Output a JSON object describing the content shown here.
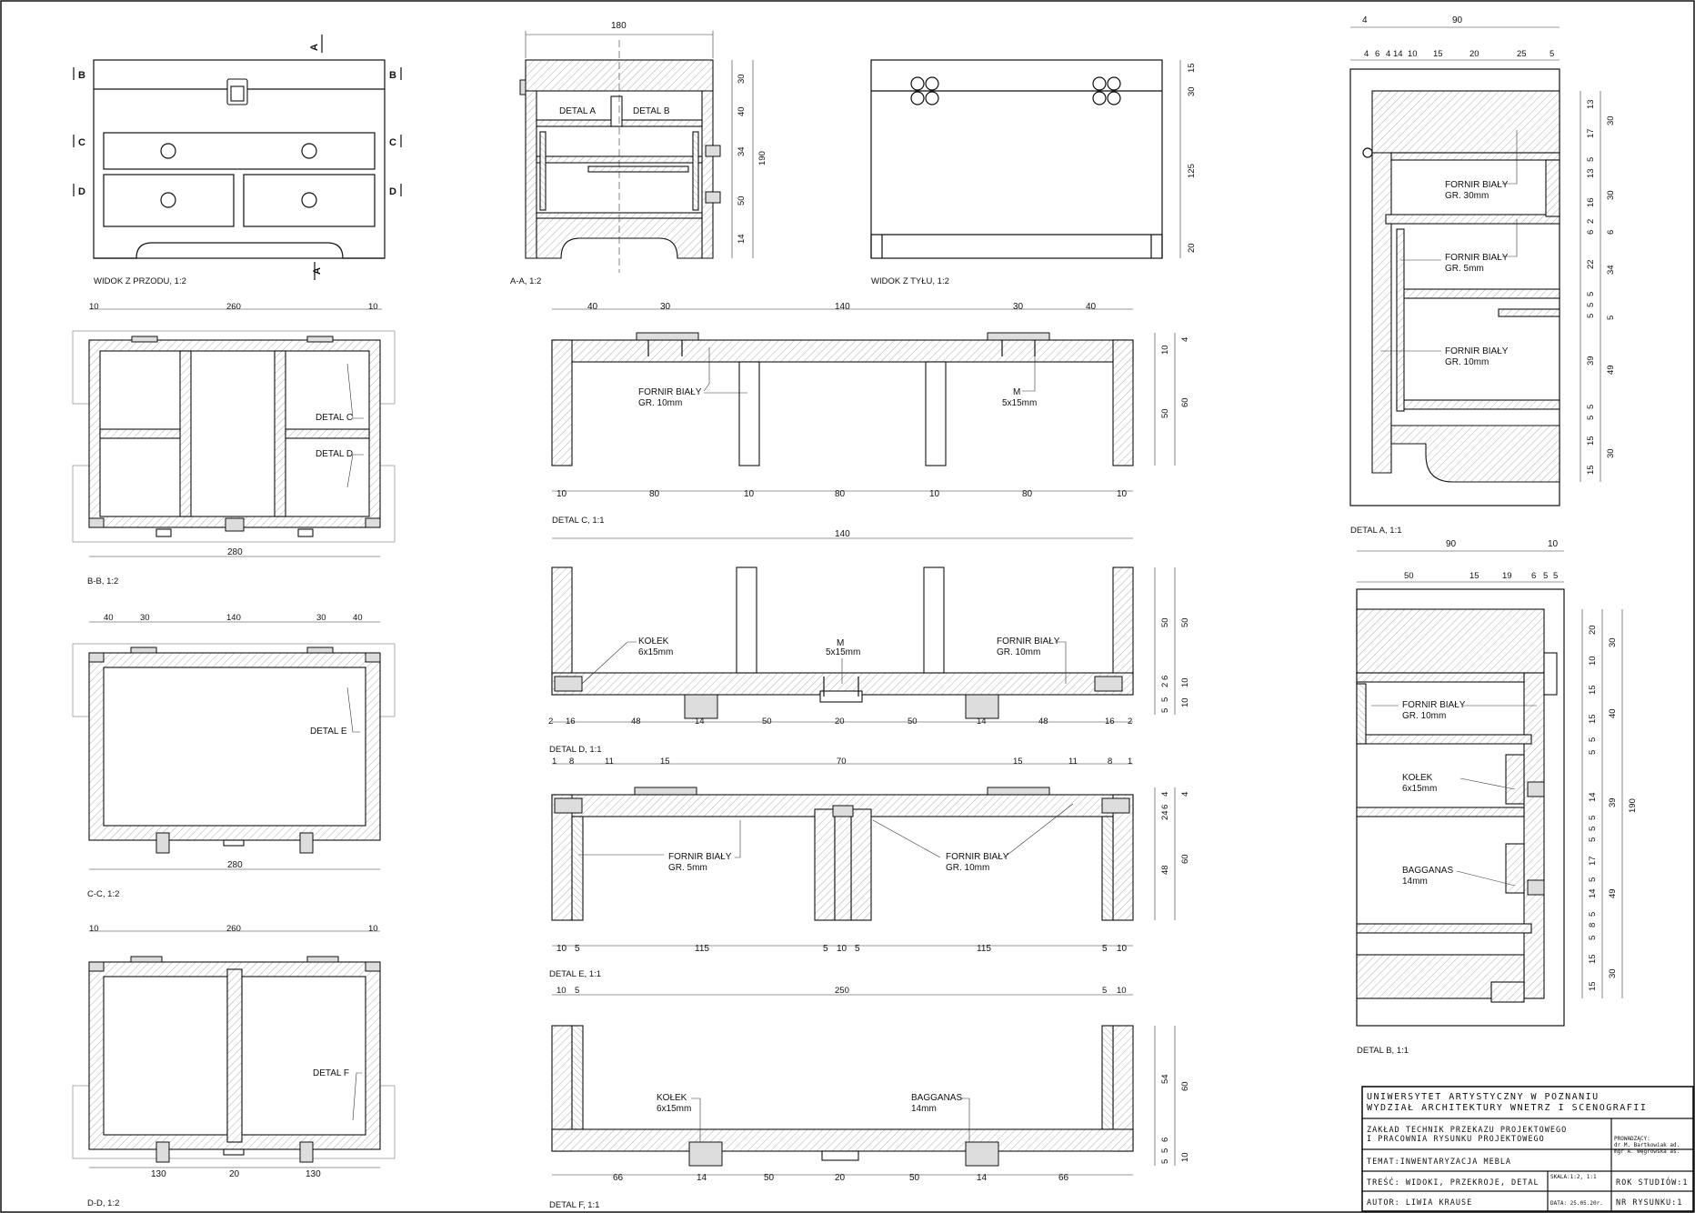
{
  "views": {
    "front": {
      "title": "WIDOK Z PRZODU, 1:2",
      "mark_a_top": "A",
      "mark_a_bottom": "A",
      "mark_b_left": "B",
      "mark_b_right": "B",
      "mark_c_left": "C",
      "mark_c_right": "C",
      "mark_d_left": "D",
      "mark_d_right": "D"
    },
    "section_aa": {
      "title": "A-A, 1:2",
      "dims_top": [
        "180"
      ],
      "dims_right": [
        "30",
        "40",
        "34",
        "50",
        "14"
      ],
      "dim_total": "190",
      "detail_a": "DETAL A",
      "detail_b": "DETAL B"
    },
    "back": {
      "title": "WIDOK Z TYŁU, 1:2",
      "dims_right": [
        "15",
        "30",
        "125",
        "20"
      ]
    },
    "detail_a": {
      "title": "DETAL A, 1:1",
      "dims_top_total": "90",
      "dims_top_left": "4",
      "dims_top": [
        "4",
        "6",
        "4",
        "14",
        "10",
        "15",
        "20",
        "25",
        "5"
      ],
      "dims_right_a": [
        "13",
        "17",
        "5",
        "13",
        "16",
        "2",
        "6",
        "22",
        "5",
        "5",
        "5",
        "39",
        "5",
        "5",
        "15",
        "15"
      ],
      "dims_right_b": [
        "30",
        "30",
        "6",
        "34",
        "5",
        "49",
        "30"
      ],
      "labels": [
        {
          "l1": "FORNIR BIAŁY",
          "l2": "GR. 30mm"
        },
        {
          "l1": "FORNIR BIAŁY",
          "l2": "GR. 5mm"
        },
        {
          "l1": "FORNIR BIAŁY",
          "l2": "GR. 10mm"
        }
      ]
    },
    "detail_b": {
      "title": "DETAL B, 1:1",
      "dims_top_total": "90",
      "dims_top_right": "10",
      "dims_top": [
        "50",
        "15",
        "19",
        "6",
        "5",
        "5"
      ],
      "dims_right_a": [
        "20",
        "10",
        "15",
        "15",
        "5",
        "5",
        "14",
        "5",
        "5",
        "5",
        "17",
        "5",
        "14",
        "5",
        "8",
        "5",
        "15",
        "15"
      ],
      "dims_right_b": [
        "30",
        "40",
        "39",
        "49",
        "30"
      ],
      "dim_total": "190",
      "labels": [
        {
          "l1": "FORNIR BIAŁY",
          "l2": "GR. 10mm"
        },
        {
          "l1": "KOŁEK",
          "l2": "6x15mm"
        },
        {
          "l1": "BAGGANAS",
          "l2": "14mm"
        }
      ]
    },
    "bb": {
      "title": "B-B, 1:2",
      "dims_top": [
        "10",
        "260",
        "10"
      ],
      "dim_bottom": "280",
      "detail_c": "DETAL C",
      "detail_d": "DETAL D"
    },
    "cc": {
      "title": "C-C, 1:2",
      "dims_top": [
        "40",
        "30",
        "140",
        "30",
        "40"
      ],
      "dim_bottom": "280",
      "detail_e": "DETAL E"
    },
    "dd": {
      "title": "D-D, 1:2",
      "dims_top": [
        "10",
        "260",
        "10"
      ],
      "dims_bottom": [
        "130",
        "20",
        "130"
      ],
      "detail_f": "DETAL F"
    },
    "detail_c": {
      "title": "DETAL C, 1:1",
      "dims_top": [
        "40",
        "30",
        "140",
        "30",
        "40"
      ],
      "dims_bottom": [
        "10",
        "80",
        "10",
        "80",
        "10",
        "80",
        "10"
      ],
      "dims_right_a": [
        "10",
        "50"
      ],
      "dims_right_b": [
        "4",
        "60"
      ],
      "label_fornir_l1": "FORNIR BIAŁY",
      "label_fornir_l2": "GR. 10mm",
      "label_m_l1": "M",
      "label_m_l2": "5x15mm"
    },
    "detail_d": {
      "title": "DETAL D, 1:1",
      "dim_top": "140",
      "dims_bottom": [
        "2",
        "16",
        "48",
        "14",
        "50",
        "20",
        "50",
        "14",
        "48",
        "16",
        "2"
      ],
      "dims_right_a": [
        "50",
        "6",
        "2",
        "5",
        "5"
      ],
      "dims_right_b": [
        "50",
        "10",
        "10"
      ],
      "label_kolek_l1": "KOŁEK",
      "label_kolek_l2": "6x15mm",
      "label_m_l1": "M",
      "label_m_l2": "5x15mm",
      "label_fornir_l1": "FORNIR BIAŁY",
      "label_fornir_l2": "GR. 10mm"
    },
    "detail_e": {
      "title": "DETAL E, 1:1",
      "dims_top": [
        "1",
        "8",
        "11",
        "15",
        "70",
        "15",
        "11",
        "8",
        "1"
      ],
      "dims_bottom": [
        "10",
        "5",
        "115",
        "5",
        "10",
        "5",
        "115",
        "5",
        "10"
      ],
      "dims_right_a": [
        "4",
        "6",
        "24",
        "48"
      ],
      "dims_right_b": [
        "4",
        "60"
      ],
      "label_left_l1": "FORNIR BIAŁY",
      "label_left_l2": "GR. 5mm",
      "label_right_l1": "FORNIR BIAŁY",
      "label_right_l2": "GR. 10mm"
    },
    "detail_f": {
      "title": "DETAL F, 1:1",
      "dims_top": [
        "10",
        "5",
        "250",
        "5",
        "10"
      ],
      "dims_bottom": [
        "66",
        "14",
        "50",
        "20",
        "50",
        "14",
        "66"
      ],
      "dims_right_a": [
        "54",
        "6",
        "5",
        "5"
      ],
      "dims_right_b": [
        "60",
        "10"
      ],
      "label_kolek_l1": "KOŁEK",
      "label_kolek_l2": "6x15mm",
      "label_bag_l1": "BAGGANAS",
      "label_bag_l2": "14mm"
    }
  },
  "title_block": {
    "university_line1": "UNIWERSYTET ARTYSTYCZNY W POZNANIU",
    "university_line2": "WYDZIAŁ ARCHITEKTURY WNETRZ I SCENOGRAFII",
    "dept_line1": "ZAKŁAD TECHNIK PRZEKAZU PROJEKTOWEGO",
    "dept_line2": "I PRACOWNIA RYSUNKU PROJEKTOWEGO",
    "supervisors_label": "PROWADZĄCY:",
    "supervisor1": "dr M. Bartkowiak ad.",
    "supervisor2": "mgr A. Węgrowska as.",
    "topic": "TEMAT:INWENTARYZACJA MEBLA",
    "content": "TREŚĆ: WIDOKI, PRZEKROJE, DETAL",
    "scale": "SKALA:1:2, 1:1",
    "year": "ROK STUDIÓW:1",
    "author": "AUTOR: LIWIA KRAUSE",
    "date": "DATA: 25.05.20r.",
    "sheet_no": "NR RYSUNKU:1"
  }
}
